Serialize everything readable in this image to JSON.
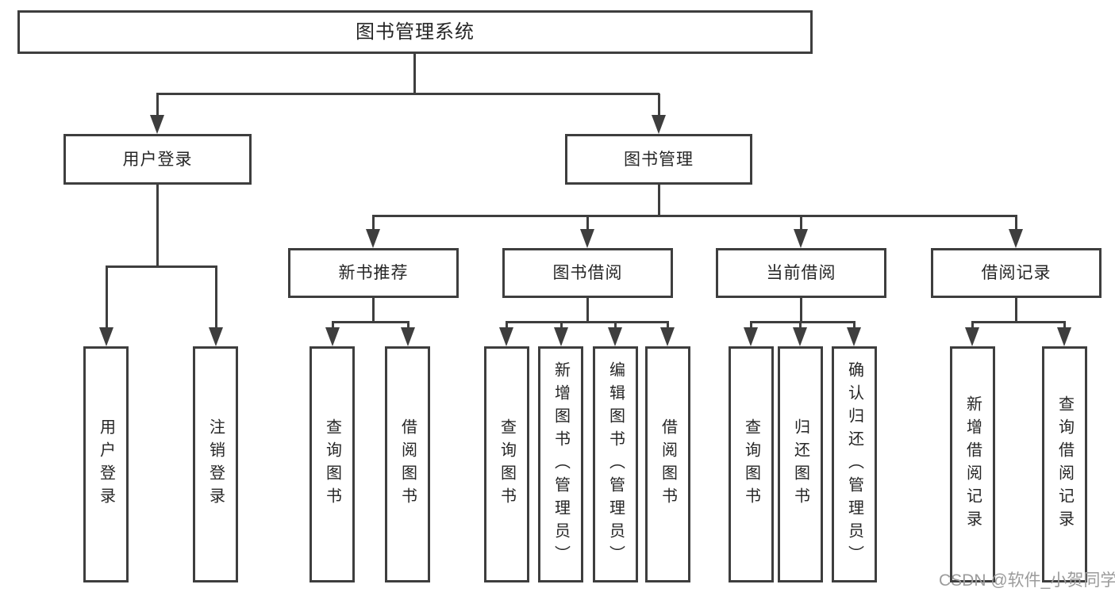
{
  "nodes": {
    "root": {
      "label": "图书管理系统"
    },
    "user_login": {
      "label": "用户登录"
    },
    "book_mgmt": {
      "label": "图书管理"
    },
    "new_book_rec": {
      "label": "新书推荐"
    },
    "book_borrow": {
      "label": "图书借阅"
    },
    "current_borrow": {
      "label": "当前借阅"
    },
    "borrow_records": {
      "label": "借阅记录"
    },
    "leaf_user_login": {
      "label": "用户登录"
    },
    "leaf_logout": {
      "label": "注销登录"
    },
    "leaf_query_book_a": {
      "label": "查询图书"
    },
    "leaf_borrow_book_a": {
      "label": "借阅图书"
    },
    "leaf_query_book_b": {
      "label": "查询图书"
    },
    "leaf_add_book": {
      "label": "新增图书（管理员）"
    },
    "leaf_edit_book": {
      "label": "编辑图书（管理员）"
    },
    "leaf_borrow_book_b": {
      "label": "借阅图书"
    },
    "leaf_query_book_c": {
      "label": "查询图书"
    },
    "leaf_return_book": {
      "label": "归还图书"
    },
    "leaf_confirm_return": {
      "label": "确认归还（管理员）"
    },
    "leaf_add_record": {
      "label": "新增借阅记录"
    },
    "leaf_query_record": {
      "label": "查询借阅记录"
    }
  },
  "watermark": {
    "text": "CSDN @软件_小贺同学"
  },
  "colors": {
    "line": "#3e3e3e",
    "text": "#262626",
    "background": "#ffffff",
    "watermark": "#9b9b9b"
  }
}
